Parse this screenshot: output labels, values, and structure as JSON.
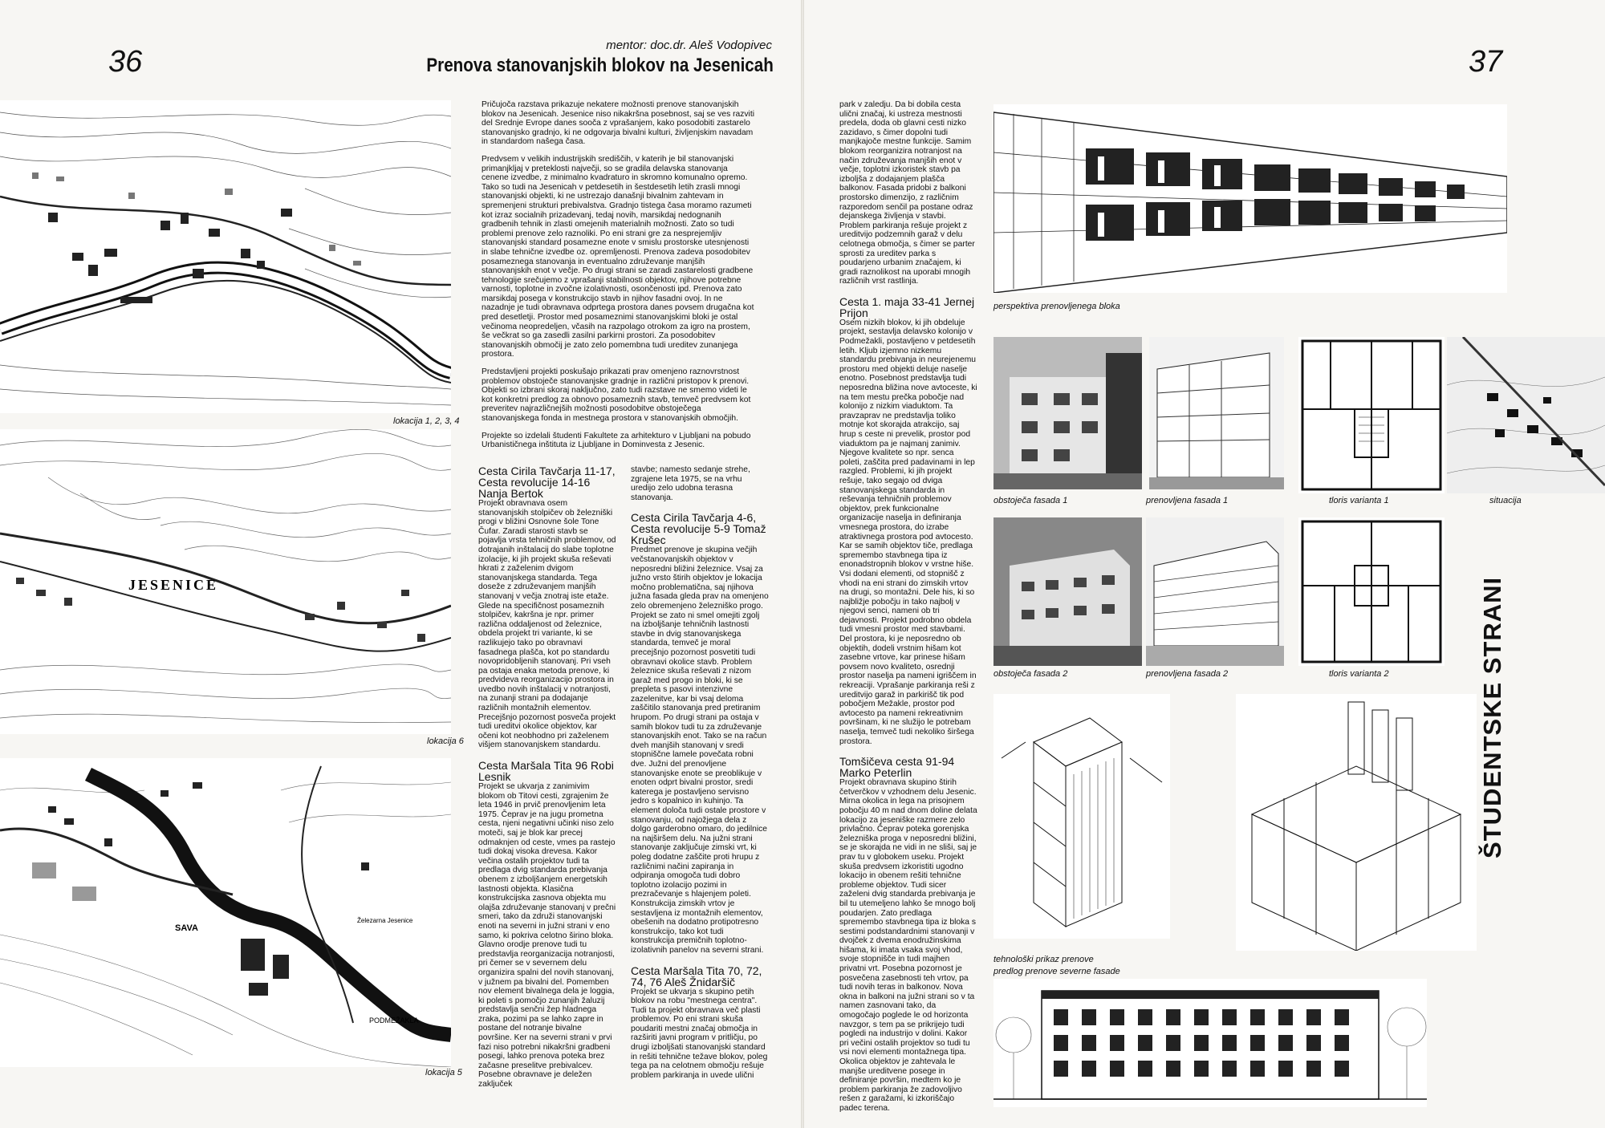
{
  "page_left_number": "36",
  "page_right_number": "37",
  "mentor": "mentor: doc.dr. Aleš Vodopivec",
  "title": "Prenova stanovanjskih blokov na Jesenicah",
  "maps": {
    "map1_caption": "lokacija 1, 2, 3, 4",
    "map2_caption": "lokacija 6",
    "map3_caption": "lokacija 5",
    "map_label_jesenice": "JESENICE",
    "map_label_sava": "SAVA",
    "map_label_zelezarna": "Železarna Jesenice",
    "map_label_podmezakla": "PODMEŽAKLA"
  },
  "intro": {
    "p1": "Pričujoča razstava prikazuje nekatere možnosti prenove stanovanjskih blokov na Jesenicah. Jesenice niso nikakršna posebnost, saj se ves razviti del Srednje Evrope danes sooča z vprašanjem, kako posodobiti zastarelo stanovanjsko gradnjo, ki ne odgovarja bivalni kulturi, življenjskim navadam in standardom našega časa.",
    "p2": "Predvsem v velikih industrijskih središčih, v katerih je bil stanovanjski primanjkljaj v preteklosti največji, so se gradila delavska stanovanja cenene izvedbe, z minimalno kvadraturo in skromno komunalno opremo. Tako so tudi na Jesenicah v petdesetih in šestdesetih letih zrasli mnogi stanovanjski objekti, ki ne ustrezajo današnji bivalnim zahtevam in spremenjeni strukturi prebivalstva. Gradnjo tistega časa moramo razumeti kot izraz socialnih prizadevanj, tedaj novih, marsikdaj nedognanih gradbenih tehnik in zlasti omejenih materialnih možnosti. Zato so tudi problemi prenove zelo raznoliki. Po eni strani gre za nesprejemljiv stanovanjski standard posamezne enote v smislu prostorske utesnjenosti in slabe tehnične izvedbe oz. opremljenosti. Prenova zadeva posodobitev posameznega stanovanja in eventualno združevanje manjših stanovanjskih enot v večje. Po drugi strani se zaradi zastarelosti gradbene tehnologije srečujemo z vprašanji stabilnosti objektov, njihove potrebne varnosti, toplotne in zvočne izolativnosti, osončenosti ipd. Prenova zato marsikdaj posega v konstrukcijo stavb in njihov fasadni ovoj. In ne nazadnje je tudi obravnava odprtega prostora danes povsem drugačna kot pred desetletji. Prostor med posameznimi stanovanjskimi bloki je ostal večinoma neopredeljen, včasih na razpolago otrokom za igro na prostem, še večkrat so ga zasedli zasilni parkirni prostori. Za posodobitev stanovanjskih območij je zato zelo pomembna tudi ureditev zunanjega prostora.",
    "p3": "Predstavljeni projekti poskušajo prikazati prav omenjeno raznovrstnost problemov obstoječe stanovanjske gradnje in različni pristopov k prenovi. Objekti so izbrani skoraj naključno, zato tudi razstave ne smemo videti le kot konkretni predlog za obnovo posameznih stavb, temveč predvsem kot preveritev najrazličnejših možnosti posodobitve obstoječega stanovanjskega fonda in mestnega prostora v stanovanjskih območjih.",
    "p4": "Projekte so izdelali študenti Fakultete za arhitekturo v Ljubljani na pobudo Urbanističnega inštituta iz Ljubljane in Dominvesta z Jesenic."
  },
  "projects": {
    "a_heading": "Cesta Cirila Tavčarja 11-17, Cesta revolucije 14-16 Nanja Bertok",
    "a_body": "Projekt obravnava osem stanovanjskih stolpičev ob železniški progi v bližini Osnovne šole Tone Čufar. Zaradi starosti stavb se pojavlja vrsta tehničnih problemov, od dotrajanih inštalacij do slabe toplotne izolacije, ki jih projekt skuša reševati hkrati z zaželenim dvigom stanovanjskega standarda. Tega doseže z združevanjem manjših stanovanj v večja znotraj iste etaže. Glede na specifičnost posameznih stolpičev, kakršna je npr. primer različna oddaljenost od železnice, obdela projekt tri variante, ki se razlikujejo tako po obravnavi fasadnega plašča, kot po standardu novopridobljenih stanovanj. Pri vseh pa ostaja enaka metoda prenove, ki predvideva reorganizacijo prostora in uvedbo novih inštalacij v notranjosti, na zunanji strani pa dodajanje različnih montažnih elementov. Precejšnjo pozornost posveča projekt tudi ureditvi okolice objektov, kar očeni kot neobhodno pri zaželenem višjem stanovanjskem standardu.",
    "b_heading": "Cesta Maršala Tita 96 Robi Lesnik",
    "b_body": "Projekt se ukvarja z zanimivim blokom ob Titovi cesti, zgrajenim že leta 1946 in prvič prenovljenim leta 1975. Čeprav je na jugu prometna cesta, njeni negativni učinki niso zelo moteči, saj je blok kar precej odmaknjen od ceste, vmes pa rastejo tudi dokaj visoka drevesa. Kakor večina ostalih projektov tudi ta predlaga dvig standarda prebivanja obenem z izboljšanjem energetskih lastnosti objekta. Klasična konstrukcijska zasnova objekta mu olajša združevanje stanovanj v prečni smeri, tako da združi stanovanjski enoti na severni in južni strani v eno samo, ki pokriva celotno širino bloka. Glavno orodje prenove tudi tu predstavlja reorganizacija notranjosti, pri čemer se v severnem delu organizira spalni del novih stanovanj, v južnem pa bivalni del. Pomemben nov element bivalnega dela je loggia, ki poleti s pomočjo zunanjih žaluzij predstavlja senčni žep hladnega zraka, pozimi pa se lahko zapre in postane del notranje bivalne površine. Ker na severni strani v prvi fazi niso potrebni nikakršni gradbeni posegi, lahko prenova poteka brez začasne preselitve prebivalcev. Posebne obravnave je deležen zaključek",
    "b_cont": "stavbe; namesto sedanje strehe, zgrajene leta 1975, se na vrhu uredijo zelo udobna terasna stanovanja.",
    "c_heading": "Cesta Cirila Tavčarja 4-6, Cesta revolucije 5-9 Tomaž Krušec",
    "c_body": "Predmet prenove je skupina večjih večstanovanjskih objektov v neposredni bližini železnice. Vsaj za južno vrsto štirih objektov je lokacija močno problematična, saj njihova južna fasada gleda prav na omenjeno zelo obremenjeno železniško progo. Projekt se zato ni smel omejiti zgolj na izboljšanje tehničnih lastnosti stavbe in dvig stanovanjskega standarda, temveč je moral precejšnjo pozornost posvetiti tudi obravnavi okolice stavb. Problem železnice skuša reševati z nizom garaž med progo in bloki, ki se prepleta s pasovi intenzivne zazelenitve, kar bi vsaj deloma zaščitilo stanovanja pred pretiranim hrupom. Po drugi strani pa ostaja v samih blokov tudi tu za združevanje stanovanjskih enot. Tako se na račun dveh manjših stanovanj v sredi stopniščne lamele povečata robni dve. Južni del prenovljene stanovanjske enote se preoblikuje v enoten odprt bivalni prostor, sredi katerega je postavljeno servisno jedro s kopalnico in kuhinjo. Ta element določa tudi ostale prostore v stanovanju, od najožjega dela z dolgo garderobno omaro, do jedilnice na najširšem delu. Na južni strani stanovanje zaključuje zimski vrt, ki poleg dodatne zaščite proti hrupu z različnimi načini zapiranja in odpiranja omogoča tudi dobro toplotno izolacijo pozimi in prezračevanje s hlajenjem poleti. Konstrukcija zimskih vrtov je sestavljena iz montažnih elementov, obešenih na dodatno protipotresno konstrukcijo, tako kot tudi konstrukcija premičnih toplotno-izolativnih panelov na severni strani.",
    "d_heading": "Cesta Maršala Tita 70, 72, 74, 76 Aleš Žnidaršič",
    "d_body": "Projekt se ukvarja s skupino petih blokov na robu \"mestnega centra\". Tudi ta projekt obravnava več plasti problemov. Po eni strani skuša poudariti mestni značaj območja in razširiti javni program v pritličju, po drugi izboljšati stanovanjski standard in rešiti tehnične težave blokov, poleg tega pa na celotnem območju rešuje problem parkiranja in uvede ulični",
    "d_cont": "park v zaledju. Da bi dobila cesta ulični značaj, ki ustreza mestnosti predela, doda ob glavni cesti nizko zazidavo, s čimer dopolni tudi manjkajoče mestne funkcije. Samim blokom reorganizira notranjost na način združevanja manjših enot v večje, toplotni izkoristek stavb pa izboljša z dodajanjem plašča balkonov. Fasada pridobi z balkoni prostorsko dimenzijo, z različnim razporedom senčil pa postane odraz dejanskega življenja v stavbi. Problem parkiranja rešuje projekt z ureditvijo podzemnih garaž v delu celotnega območja, s čimer se parter sprosti za ureditev parka s poudarjeno urbanim značajem, ki gradi raznolikost na uporabi mnogih različnih vrst rastlinja.",
    "e_heading": "Cesta 1. maja 33-41 Jernej Prijon",
    "e_body": "Osem nizkih blokov, ki jih obdeluje projekt, sestavlja delavsko kolonijo v Podmežakli, postavljeno v petdesetih letih. Kljub izjemno nizkemu standardu prebivanja in neurejenemu prostoru med objekti deluje naselje enotno. Posebnost predstavlja tudi neposredna bližina nove avtoceste, ki na tem mestu prečka pobočje nad kolonijo z nizkim viaduktom. Ta pravzaprav ne predstavlja toliko motnje kot skorajda atrakcijo, saj hrup s ceste ni prevelik, prostor pod viaduktom pa je najmanj zanimiv. Njegove kvalitete so npr. senca poleti, zaščita pred padavinami in lep razgled. Problemi, ki jih projekt rešuje, tako segajo od dviga stanovanjskega standarda in reševanja tehničnih problemov objektov, prek funkcionalne organizacije naselja in definiranja vmesnega prostora, do izrabe atraktivnega prostora pod avtocesto. Kar se samih objektov tiče, predlaga spremembo stavbnega tipa iz enonadstropnih blokov v vrstne hiše. Vsi dodani elementi, od stopnišč z vhodi na eni strani do zimskih vrtov na drugi, so montažni. Dele his, ki so najbližje pobočju in tako najbolj v njegovi senci, nameni ob tri dejavnosti. Projekt podrobno obdela tudi vmesni prostor med stavbami. Del prostora, ki je neposredno ob objektih, dodeli vrstnim hišam kot zasebne vrtove, kar prinese hišam povsem novo kvaliteto, osrednji prostor naselja pa nameni igriščem in rekreaciji. Vprašanje parkiranja reši z ureditvijo garaž in parkirišč tik pod pobočjem Mežakle, prostor pod avtocesto pa nameni rekreativnim površinam, ki ne služijo le potrebam naselja, temveč tudi nekoliko širšega prostora.",
    "f_heading": "Tomšičeva cesta 91-94 Marko Peterlin",
    "f_body": "Projekt obravnava skupino štirih četverčkov v vzhodnem delu Jesenic. Mirna okolica in lega na prisojnem pobočju 40 m nad dnom doline delata lokacijo za jeseniške razmere zelo privlačno. Čeprav poteka gorenjska železniška proga v neposredni bližini, se je skorajda ne vidi in ne sliši, saj je prav tu v globokem useku. Projekt skuša predvsem izkoristiti ugodno lokacijo in obenem rešiti tehnične probleme objektov. Tudi sicer zaželeni dvig standarda prebivanja je bil tu utemeljeno lahko še mnogo bolj poudarjen. Zato predlaga spremembo stavbnega tipa iz bloka s sestimi podstandardnimi stanovanji v dvojček z dvema enodružinskima hišama, ki imata vsaka svoj vhod, svoje stopnišče in tudi majhen privatni vrt. Posebna pozornost je posvečena zasebnosti teh vrtov, pa tudi novih teras in balkonov. Nova okna in balkoni na južni strani so v ta namen zasnovani tako, da omogočajo poglede le od horizonta navzgor, s tem pa se prikrijejo tudi pogledi na industrijo v dolini. Kakor pri večini ostalih projektov so tudi tu vsi novi elementi montažnega tipa. Okolica objektov je zahtevala le manjše ureditvene posege in definiranje površin, medtem ko je problem parkiranja že zadovoljivo rešen z garažami, ki izkoriščajo padec terena."
  },
  "captions": {
    "perspective": "perspektiva prenovljenega bloka",
    "existing1": "obstoječa fasada 1",
    "renovated1": "prenovljena fasada 1",
    "plan1": "tloris varianta 1",
    "situation": "situacija",
    "existing2": "obstoječa fasada 2",
    "renovated2": "prenovljena fasada 2",
    "plan2": "tloris varianta 2",
    "tech": "tehnološki prikaz prenove",
    "north": "predlog prenove severne fasade"
  },
  "vertical_title": "ŠTUDENTSKE STRANI"
}
